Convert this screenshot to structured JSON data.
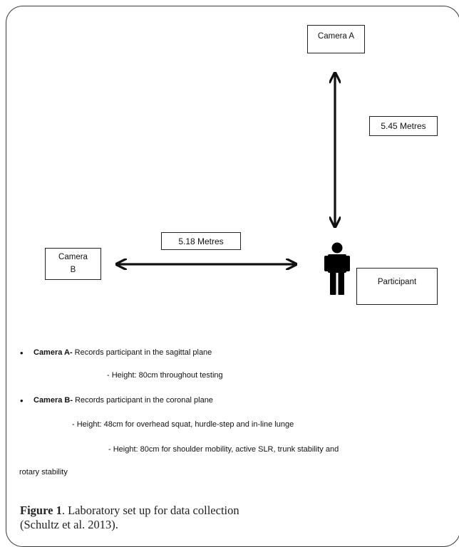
{
  "diagram": {
    "camera_a": "Camera A",
    "camera_b_line1": "Camera",
    "camera_b_line2": "B",
    "participant": "Participant",
    "distance_a": "5.45 Metres",
    "distance_b": "5.18 Metres",
    "icons": {
      "person": "person-icon",
      "arrow": "double-headed-arrow-icon",
      "bullet": "bullet-icon"
    }
  },
  "notes": {
    "camera_a_label": "Camera A-",
    "camera_a_text": " Records participant in the sagittal plane",
    "camera_a_height": "- Height: 80cm throughout testing",
    "camera_b_label": "Camera B-",
    "camera_b_text": " Records participant in the coronal plane",
    "camera_b_height1": "- Height: 48cm for overhead squat, hurdle-step and in-line lunge",
    "camera_b_height2": "- Height: 80cm for shoulder mobility, active SLR, trunk stability and",
    "camera_b_height2_cont": "rotary stability"
  },
  "caption": {
    "label": "Figure 1",
    "line1": ". Laboratory set up for data collection",
    "line2": "(Schultz et al. 2013)."
  }
}
